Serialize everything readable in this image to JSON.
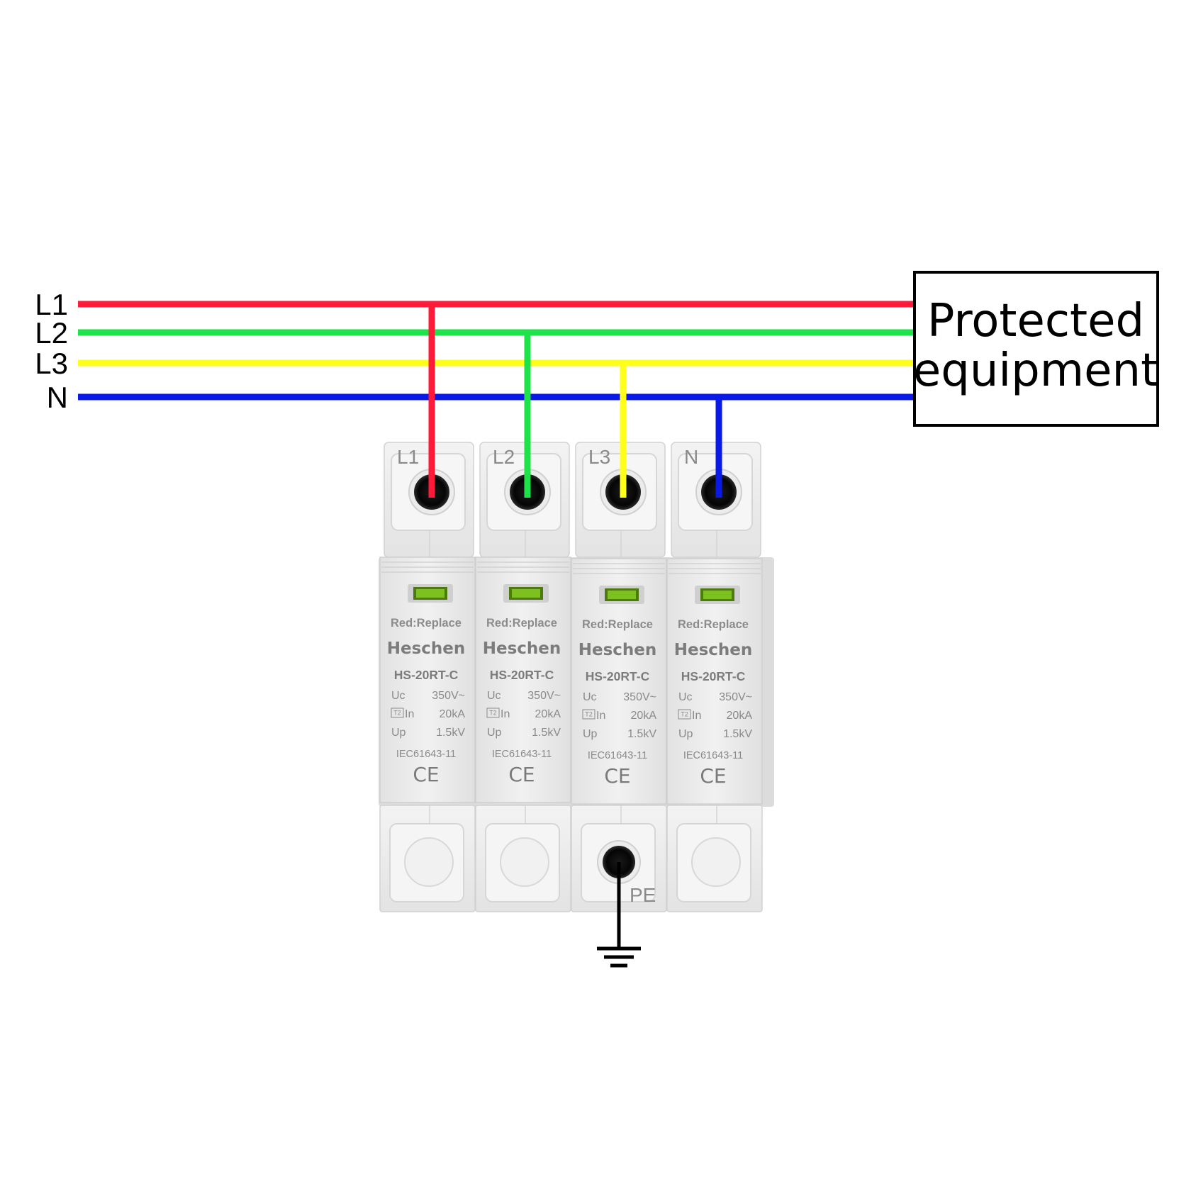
{
  "lines": [
    {
      "label": "L1",
      "color": "#ff1a3a"
    },
    {
      "label": "L2",
      "color": "#1ee24a"
    },
    {
      "label": "L3",
      "color": "#ffff1a"
    },
    {
      "label": "N",
      "color": "#0a1ae6"
    }
  ],
  "equipment": {
    "line1": "Protected",
    "line2": "equipment"
  },
  "modules": [
    {
      "terminal": "L1",
      "status": "Red:Replace",
      "brand": "Heschen",
      "model": "HS-20RT-C",
      "specs": [
        [
          "Uc",
          "350V~"
        ],
        [
          "In",
          "20kA"
        ],
        [
          "Up",
          "1.5kV"
        ]
      ],
      "t2_box": "T2",
      "standard": "IEC61643-11",
      "mark": "CE"
    },
    {
      "terminal": "L2",
      "status": "Red:Replace",
      "brand": "Heschen",
      "model": "HS-20RT-C",
      "specs": [
        [
          "Uc",
          "350V~"
        ],
        [
          "In",
          "20kA"
        ],
        [
          "Up",
          "1.5kV"
        ]
      ],
      "t2_box": "T2",
      "standard": "IEC61643-11",
      "mark": "CE"
    },
    {
      "terminal": "L3",
      "status": "Red:Replace",
      "brand": "Heschen",
      "model": "HS-20RT-C",
      "specs": [
        [
          "Uc",
          "350V~"
        ],
        [
          "In",
          "20kA"
        ],
        [
          "Up",
          "1.5kV"
        ]
      ],
      "t2_box": "T2",
      "standard": "IEC61643-11",
      "mark": "CE"
    },
    {
      "terminal": "N",
      "status": "Red:Replace",
      "brand": "Heschen",
      "model": "HS-20RT-C",
      "specs": [
        [
          "Uc",
          "350V~"
        ],
        [
          "In",
          "20kA"
        ],
        [
          "Up",
          "1.5kV"
        ]
      ],
      "t2_box": "T2",
      "standard": "IEC61643-11",
      "mark": "CE"
    }
  ],
  "pe_label": "PE",
  "icons": {
    "ground": "ground-icon",
    "screw": "screw-terminal-icon",
    "window": "status-window-icon"
  }
}
